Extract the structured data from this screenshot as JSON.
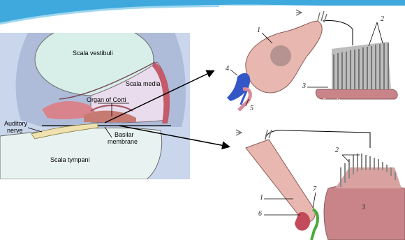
{
  "cochlea_labels": {
    "scala_vestibuli": "Scala vestibuli",
    "scala_media": "Scala media",
    "organ_of_corti": "Organ of Corti",
    "auditory_nerve_line1": "Auditory",
    "auditory_nerve_line2": "nerve",
    "basilar_membrane_line1": "Basilar",
    "basilar_membrane_line2": "membrane",
    "scala_tympani": "Scala tympani"
  },
  "hair_cell_top": {
    "num_1": "1",
    "num_2": "2",
    "num_3": "3",
    "num_4": "4",
    "num_5": "5",
    "caption": "szőrsejt"
  },
  "hair_cell_bottom": {
    "num_1": "1",
    "num_2": "2",
    "num_3": "3",
    "num_6": "6",
    "num_7": "7"
  },
  "colors": {
    "banner": "#3fa9dd",
    "scala_fill": "#d7efe8",
    "cell_body": "#e8b8b0",
    "nerve_blue": "#3357c7",
    "nerve_green": "#4aa83a",
    "stereocilia": "#9a9a9a"
  }
}
